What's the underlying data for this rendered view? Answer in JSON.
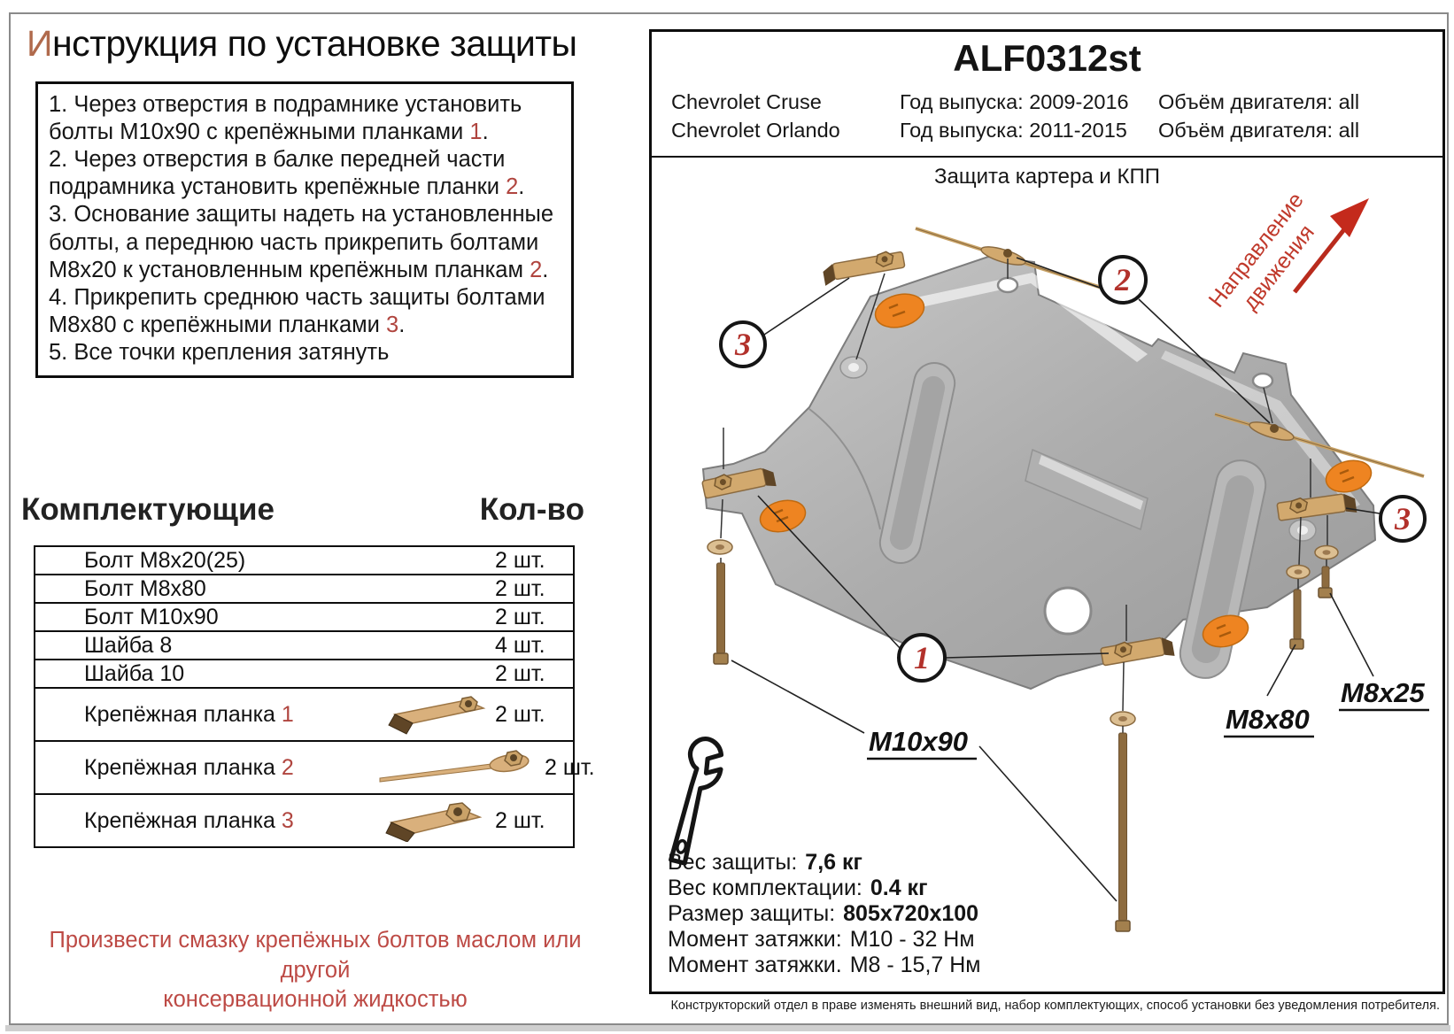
{
  "title": {
    "initial": "И",
    "rest": "нструкция по установке защиты"
  },
  "instructions": {
    "items": [
      {
        "text": "1. Через отверстия в подрамнике установить болты М10х90 с крепёжными планками ",
        "num": "1",
        "tail": "."
      },
      {
        "text": "2.  Через отверстия в балке передней части подрамника установить крепёжные планки ",
        "num": "2",
        "tail": "."
      },
      {
        "text": "3.  Основание защиты надеть на установленные болты, а переднюю часть прикрепить болтами М8х20 к установленным крепёжным планкам ",
        "num": "2",
        "tail": "."
      },
      {
        "text": "4.  Прикрепить среднюю часть защиты болтами М8х80 с крепёжными планками ",
        "num": "3",
        "tail": "."
      },
      {
        "text": "5.  Все точки крепления затянуть",
        "num": "",
        "tail": ""
      }
    ]
  },
  "parts": {
    "header": "Комплектующие",
    "qty_header": "Кол-во",
    "rows": [
      {
        "label": "Болт М8х20(25)",
        "qty": "2 шт."
      },
      {
        "label": "Болт М8х80",
        "qty": "2 шт."
      },
      {
        "label": "Болт М10х90",
        "qty": "2 шт."
      },
      {
        "label": "Шайба 8",
        "qty": "4 шт."
      },
      {
        "label": "Шайба 10",
        "qty": "2 шт."
      }
    ],
    "bracket_rows": [
      {
        "label": "Крепёжная планка ",
        "num": "1",
        "qty": "2 шт."
      },
      {
        "label": "Крепёжная планка ",
        "num": "2",
        "qty": "2 шт."
      },
      {
        "label": "Крепёжная планка ",
        "num": "3",
        "qty": "2 шт."
      }
    ]
  },
  "lube_note": {
    "line1": "Произвести смазку крепёжных болтов маслом или другой",
    "line2": "консервационной жидкостью"
  },
  "product": {
    "code": "ALF0312st",
    "vehicles": [
      {
        "model": "Chevrolet Cruse",
        "years": "Год выпуска: 2009-2016",
        "engine": "Объём двигателя: all"
      },
      {
        "model": "Chevrolet Orlando",
        "years": "Год выпуска: 2011-2015",
        "engine": "Объём двигателя: all"
      }
    ]
  },
  "diagram": {
    "title": "Защита картера и КПП",
    "direction": {
      "line1": "Направление",
      "line2": "движения"
    },
    "callouts": {
      "c1": "1",
      "c2": "2",
      "c3_left": "3",
      "c3_right": "3"
    },
    "labels": {
      "m10x90": "M10x90",
      "m8x80": "M8x80",
      "m8x25": "M8x25"
    }
  },
  "specs": {
    "rows": [
      {
        "label": "Вес защиты:",
        "value": "7,6 кг"
      },
      {
        "label": "Вес комплектации:",
        "value": "0.4 кг"
      },
      {
        "label": "Размер защиты:",
        "value": "805х720х100"
      },
      {
        "label": "Момент затяжки:",
        "value": "М10 - 32 Нм"
      },
      {
        "label": "Момент затяжки.",
        "value": "М8 - 15,7 Нм"
      }
    ]
  },
  "footer_note": "Конструкторский отдел в праве изменять внешний вид, набор комплектующих, способ установки без уведомления потребителя.",
  "colors": {
    "accent_red": "#b2312b",
    "note_red": "#bd4a45",
    "brass": "#d2a96e",
    "orange_logo": "#ee8421",
    "plate_gray": "#a8a8a8"
  }
}
